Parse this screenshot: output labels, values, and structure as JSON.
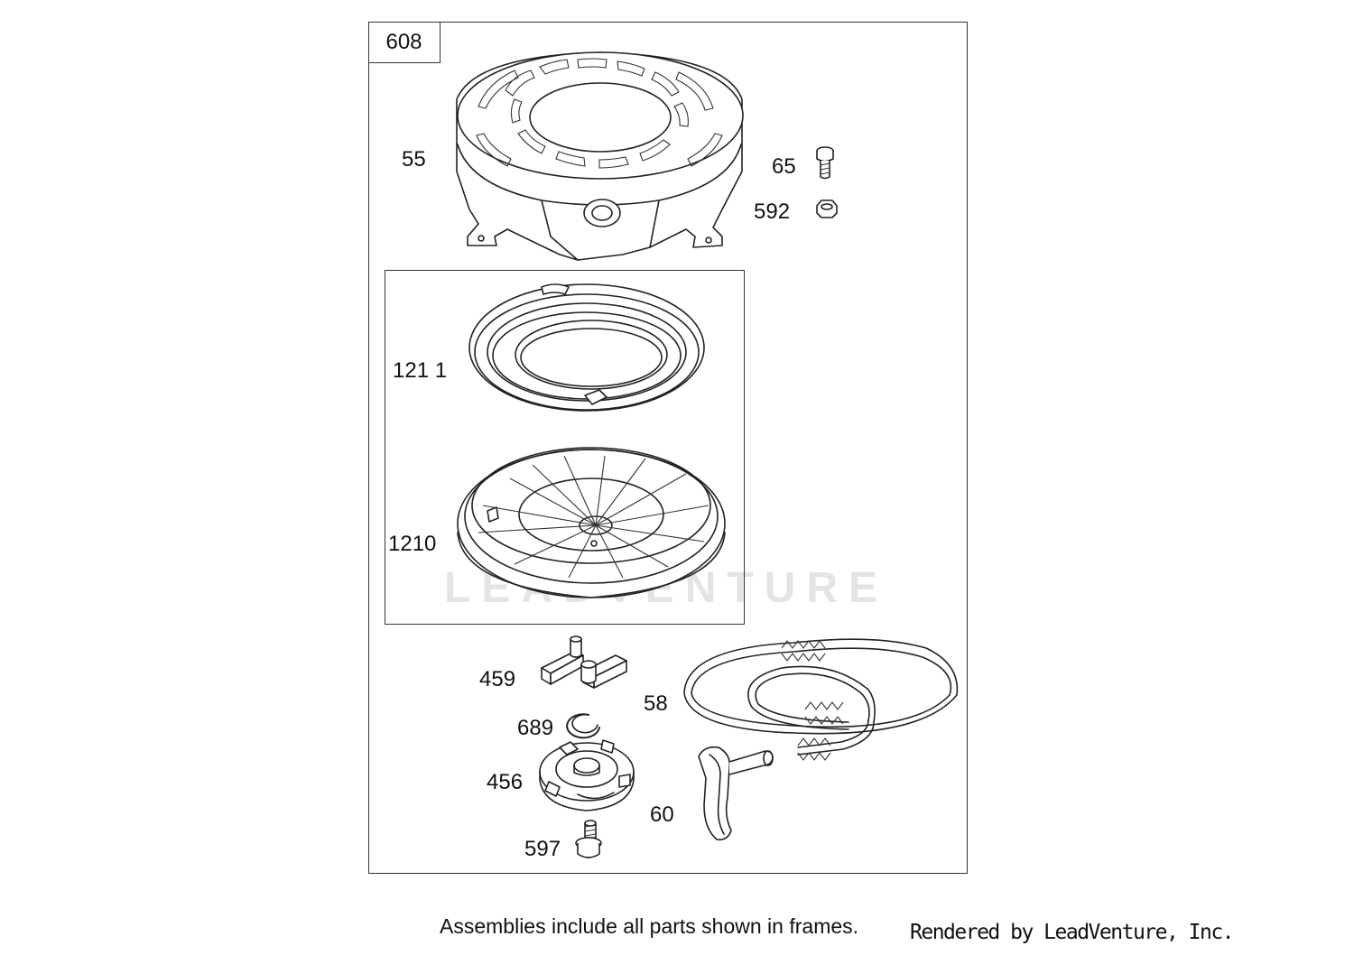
{
  "diagram": {
    "kit_number": "608",
    "callouts": {
      "housing": "55",
      "bolt": "65",
      "nut": "592",
      "spring": "121 1",
      "pulley": "1210",
      "pawl": "459",
      "rope": "58",
      "retainer_ring": "689",
      "ratchet": "456",
      "screw": "597",
      "handle": "60"
    },
    "footer_note": "Assemblies include all parts shown in frames.",
    "credit": "Rendered by LeadVenture, Inc.",
    "watermark": "LEADVENTURE"
  }
}
